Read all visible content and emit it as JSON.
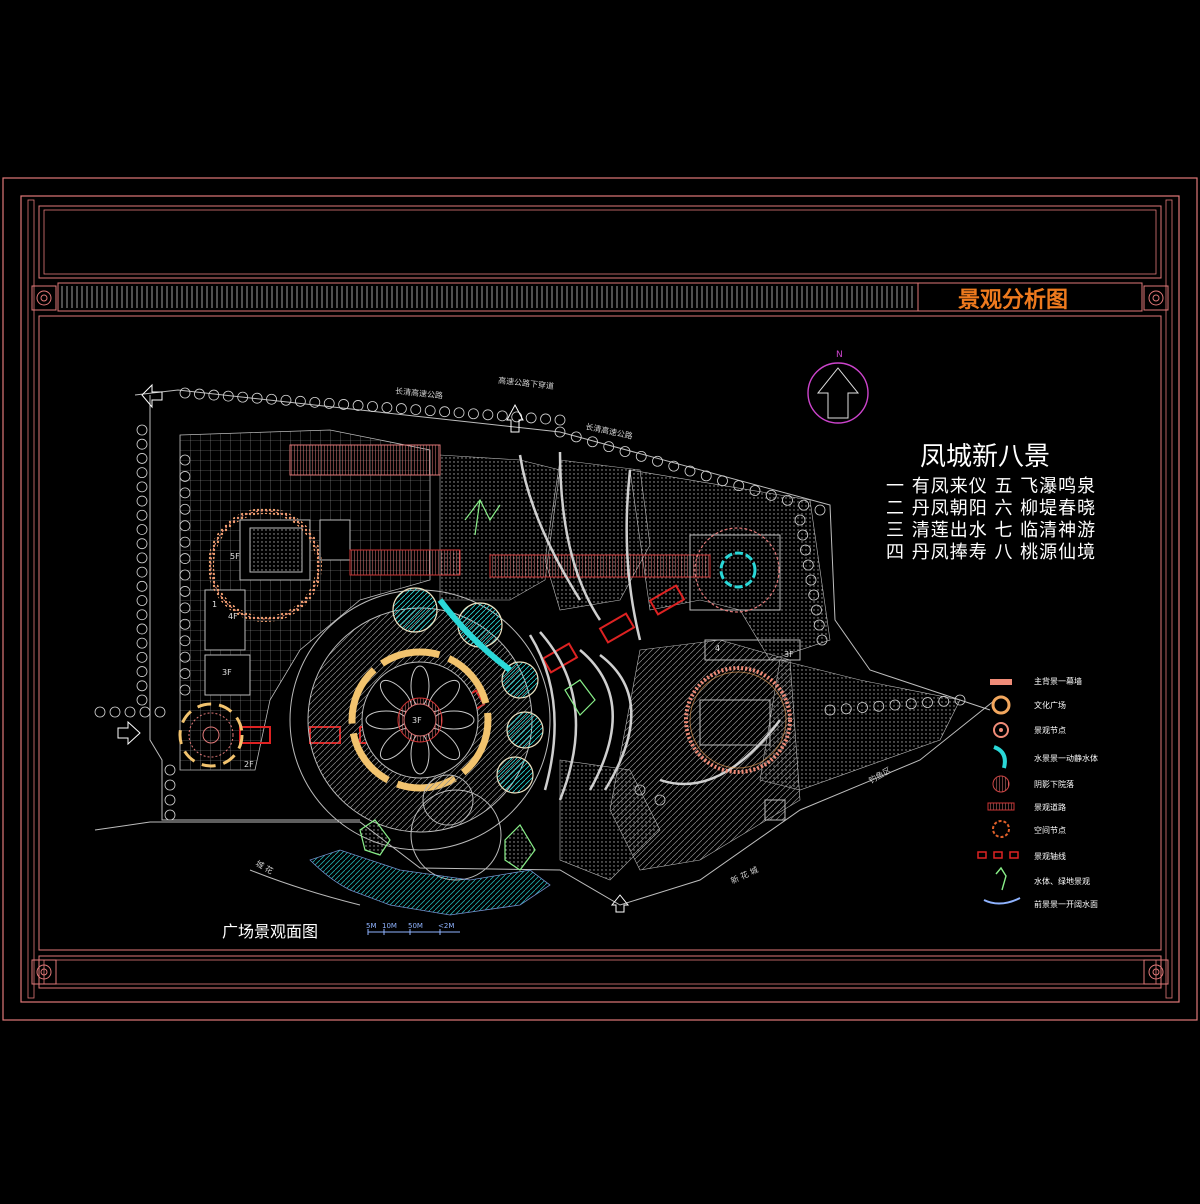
{
  "banner": {
    "title": "景观分析图"
  },
  "eight_scenes": {
    "title": "凤城新八景",
    "rows": [
      "一 有凤来仪 五 飞瀑鸣泉",
      "二 丹凤朝阳 六 柳堤春晓",
      "三 清莲出水 七 临清神游",
      "四 丹凤捧寿 八 桃源仙境"
    ]
  },
  "plan": {
    "title": "广场景观面图",
    "scale_labels": [
      "5M",
      "10M",
      "50M",
      "<2M"
    ]
  },
  "north": {
    "label": "N"
  },
  "roads": {
    "top1": "长清高速公路",
    "top2": "高速公路下穿道",
    "top3": "长清高速公路",
    "fishing": "钓鱼区",
    "bottom_left": "城 花",
    "bottom_right": "新 花 城"
  },
  "building_labels": [
    "5F",
    "4F",
    "3F",
    "3F",
    "2F",
    "3F",
    "1",
    "4"
  ],
  "legend": [
    {
      "label": "主背景一幕墙",
      "icon": "bar-icon",
      "color": "#f08c78"
    },
    {
      "label": "文化广场",
      "icon": "ring-icon",
      "color": "#f2a75e"
    },
    {
      "label": "景观节点",
      "icon": "dot-ring-icon",
      "color": "#f08c78"
    },
    {
      "label": "水景景一动静水体",
      "icon": "arc-icon",
      "color": "#2ad8d8"
    },
    {
      "label": "阴影下院落",
      "icon": "hatched-circle-icon",
      "color": "#cc4444"
    },
    {
      "label": "景观道路",
      "icon": "hatched-bar-icon",
      "color": "#cc3333"
    },
    {
      "label": "空间节点",
      "icon": "dashed-ring-icon",
      "color": "#e0602a"
    },
    {
      "label": "景观轴线",
      "icon": "axis-icon",
      "color": "#dd2222"
    },
    {
      "label": "水体、绿地景观",
      "icon": "tree-icon",
      "color": "#88ee88"
    },
    {
      "label": "前景景一开阔水面",
      "icon": "wave-icon",
      "color": "#8fb3ff"
    }
  ],
  "colors": {
    "frame": "#e07878",
    "accent_orange": "#ee7a1e",
    "linework": "#b8b8b8",
    "cyan": "#2ad8d8",
    "green": "#88ee88",
    "red": "#dd2222"
  }
}
